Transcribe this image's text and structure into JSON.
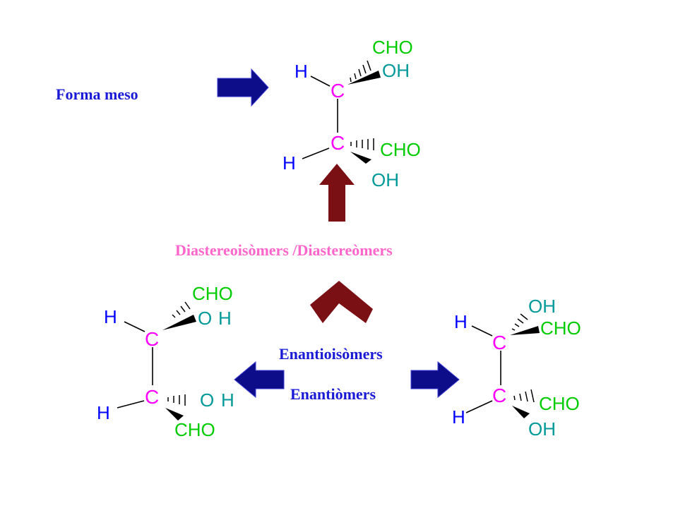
{
  "labels": {
    "meso": "Forma meso",
    "diastereomers": "Diastereoisòmers /Diastereòmers",
    "enantioisomers": "Enantioisòmers",
    "enantiomers": "Enantiòmers"
  },
  "atoms": {
    "carbon": "C",
    "hydrogen": "H",
    "oh": "OH",
    "o": "O",
    "cho": "CHO"
  },
  "colors": {
    "label_blue": "#1a1ad6",
    "label_pink": "#ff66cc",
    "arrow_navy": "#0d0d8a",
    "arrow_maroon": "#7a0f14",
    "carbon": "#ff00ff",
    "hydrogen": "#0000ff",
    "hydroxyl": "#009999",
    "aldehyde": "#00cc00",
    "bond": "#000000"
  }
}
